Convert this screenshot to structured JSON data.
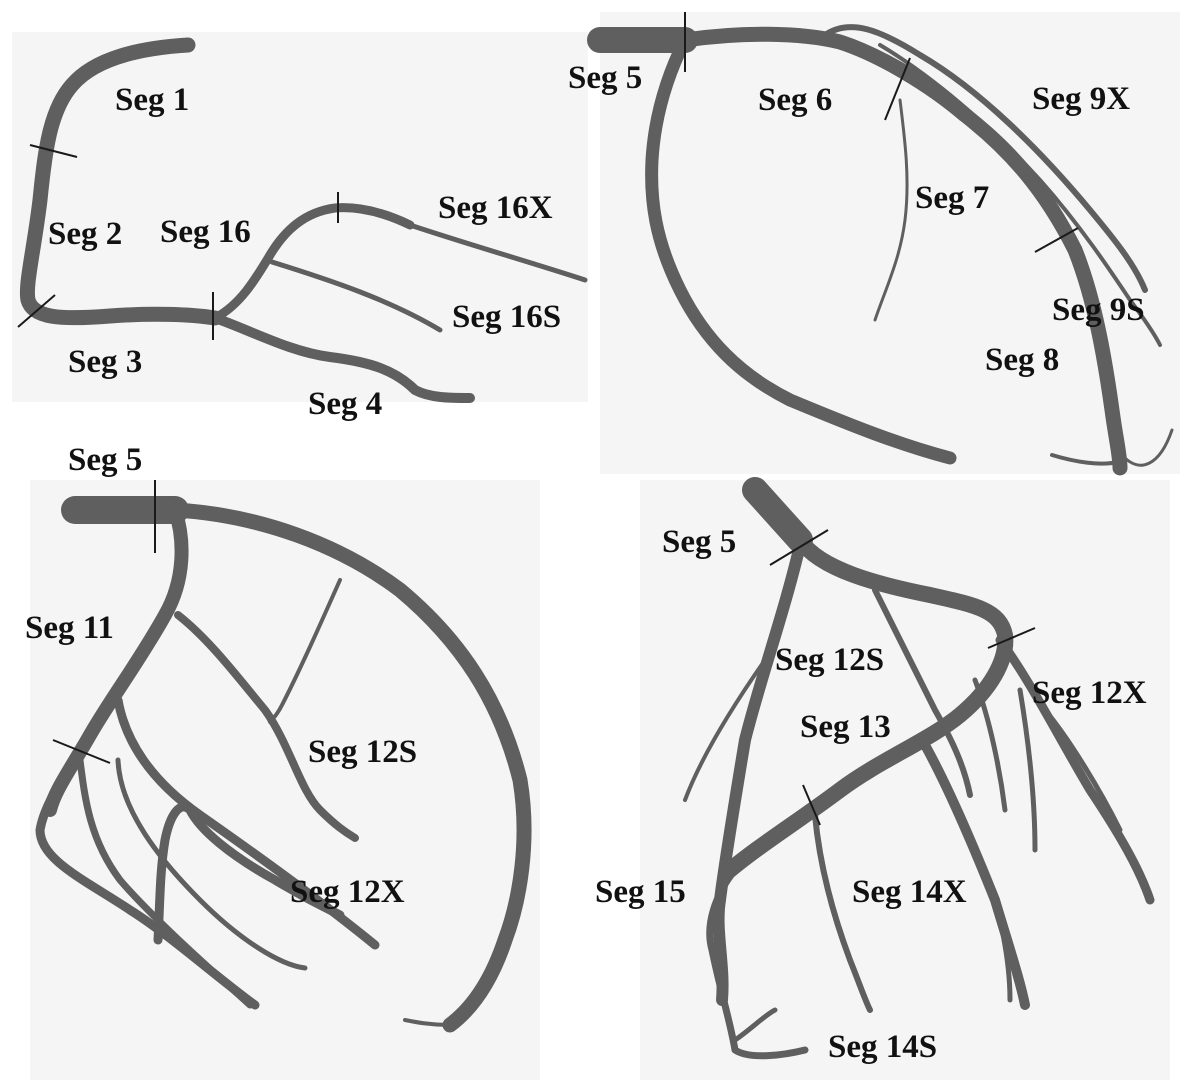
{
  "colors": {
    "vessel": "#5f5f5f",
    "panel": "#f5f5f5",
    "text": "#111111"
  },
  "panels": [
    {
      "id": "rca",
      "labels": {
        "seg1": "Seg 1",
        "seg2": "Seg 2",
        "seg3": "Seg 3",
        "seg4": "Seg 4",
        "seg16": "Seg 16",
        "seg16x": "Seg 16X",
        "seg16s": "Seg 16S"
      }
    },
    {
      "id": "lad",
      "labels": {
        "seg5": "Seg 5",
        "seg6": "Seg 6",
        "seg7": "Seg 7",
        "seg8": "Seg 8",
        "seg9x": "Seg 9X",
        "seg9s": "Seg 9S"
      }
    },
    {
      "id": "lcx-lateral",
      "labels": {
        "seg5": "Seg 5",
        "seg11": "Seg 11",
        "seg12s": "Seg 12S",
        "seg12x": "Seg 12X"
      }
    },
    {
      "id": "lcx-posterior",
      "labels": {
        "seg5": "Seg 5",
        "seg12s": "Seg 12S",
        "seg12x": "Seg 12X",
        "seg13": "Seg 13",
        "seg14x": "Seg 14X",
        "seg14s": "Seg 14S",
        "seg15": "Seg 15"
      }
    }
  ]
}
